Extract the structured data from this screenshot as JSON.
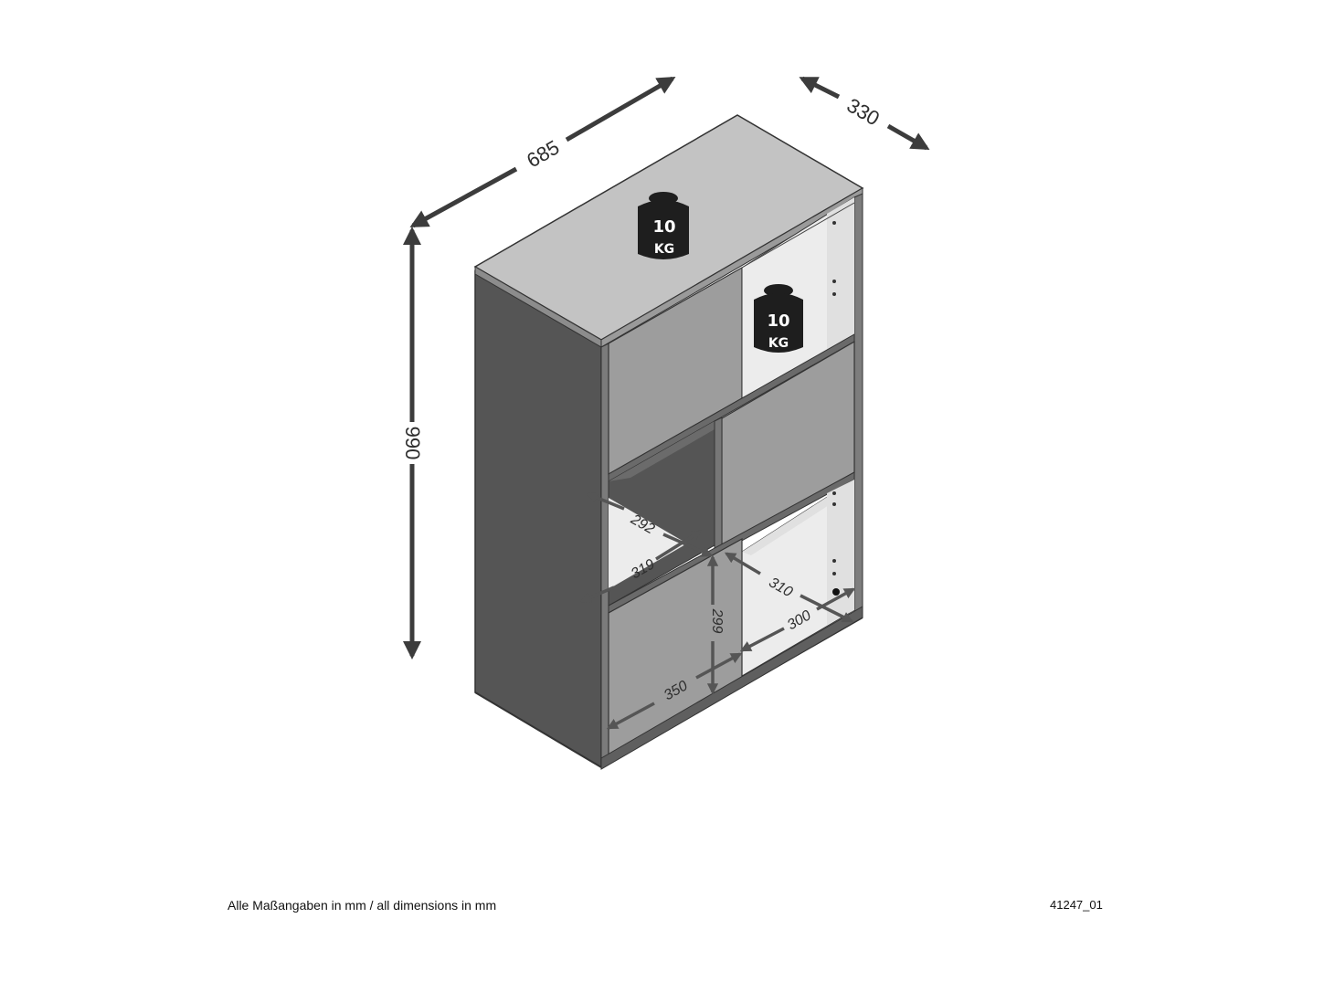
{
  "dimensions": {
    "width": "685",
    "depth": "330",
    "height": "990",
    "inner_depth_top": "292",
    "inner_width_top": "319",
    "inner_depth_right": "310",
    "inner_height": "299",
    "inner_depth_bottom": "300",
    "inner_width_bottom": "350"
  },
  "weights": [
    {
      "value": "10",
      "unit": "KG"
    },
    {
      "value": "10",
      "unit": "KG"
    }
  ],
  "footer": {
    "note": "Alle Maßangaben in mm / all dimensions in mm",
    "code": "41247_01"
  },
  "colors": {
    "panel_dark": "#555555",
    "panel_mid": "#9d9d9d",
    "top_light": "#c2c2c2",
    "floor_light": "#ececec",
    "arrow": "#3c3c3c",
    "weight": "#1e1e1e"
  }
}
